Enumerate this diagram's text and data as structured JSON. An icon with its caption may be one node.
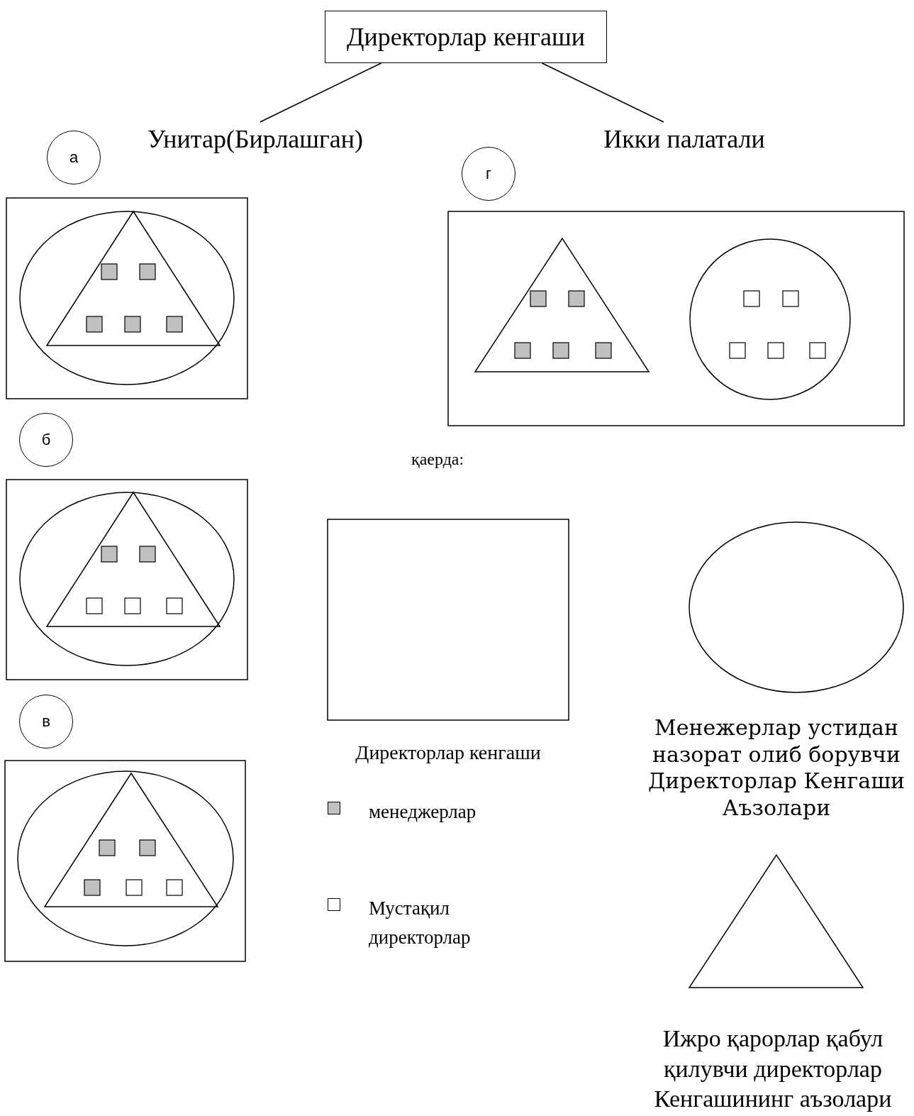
{
  "diagram": {
    "nodes": [
      {
        "text": [
          "Директорлар кенгаши"
        ]
      },
      {
        "text": [
          "Унитар(Бирлашган)"
        ]
      },
      {
        "text": [
          "Икки палатали"
        ]
      },
      {
        "text": [
          "а"
        ]
      },
      {
        "text": [
          "б"
        ]
      },
      {
        "text": [
          "в"
        ]
      },
      {
        "text": [
          "г"
        ]
      },
      {
        "text": [
          "Директорлар кенгаши"
        ]
      },
      {
        "text": [
          "Менежерлар устидан назорат олиб борувчи Директорлар Кенгаши Аъзолари"
        ]
      },
      {
        "text": [
          "Ижро қарорлар қабул қилувчи директорлар Кенгашининг аъзолари"
        ]
      }
    ],
    "edges": [
      {
        "from": 0,
        "to": 1,
        "arrow": "none"
      },
      {
        "from": 0,
        "to": 2,
        "arrow": "none"
      }
    ],
    "labels": [
      "қаерда:"
    ],
    "legend": [
      {
        "text": "менеджерлар",
        "color": "#c0c0c0"
      },
      {
        "text": "Мустақил директорлар",
        "color": "#ffffff"
      }
    ]
  }
}
